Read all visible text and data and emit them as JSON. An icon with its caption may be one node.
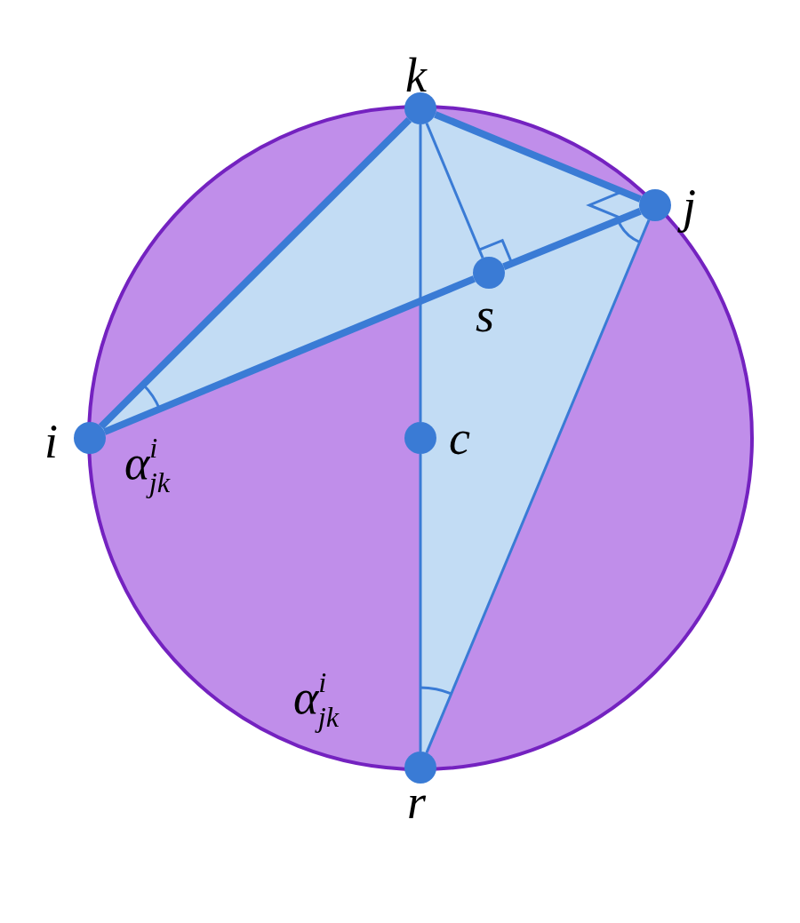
{
  "diagram": {
    "nodes": [
      {
        "text": [],
        "shape": "circle",
        "beside": [
          "k"
        ]
      },
      {
        "text": [],
        "shape": "circle",
        "beside": [
          "j"
        ]
      },
      {
        "text": [],
        "shape": "circle",
        "beside": [
          "i"
        ]
      },
      {
        "text": [],
        "shape": "circle",
        "beside": [
          "s"
        ]
      },
      {
        "text": [],
        "shape": "circle",
        "beside": [
          "c"
        ]
      },
      {
        "text": [],
        "shape": "circle",
        "beside": [
          "r"
        ]
      }
    ],
    "edges": [
      {
        "from": 0,
        "to": 2,
        "arrow": "none",
        "style": "thick"
      },
      {
        "from": 0,
        "to": 1,
        "arrow": "none",
        "style": "thick"
      },
      {
        "from": 2,
        "to": 3,
        "arrow": "none",
        "style": "thick"
      },
      {
        "from": 3,
        "to": 1,
        "arrow": "none",
        "style": "thick"
      },
      {
        "from": 0,
        "to": 3,
        "arrow": "none"
      },
      {
        "from": 0,
        "to": 4,
        "arrow": "none"
      },
      {
        "from": 4,
        "to": 5,
        "arrow": "none"
      },
      {
        "from": 1,
        "to": 5,
        "arrow": "none"
      }
    ],
    "labels": [
      "α$^{i}$$_{jk}$",
      "α$^{i}$$_{jk}$"
    ]
  }
}
